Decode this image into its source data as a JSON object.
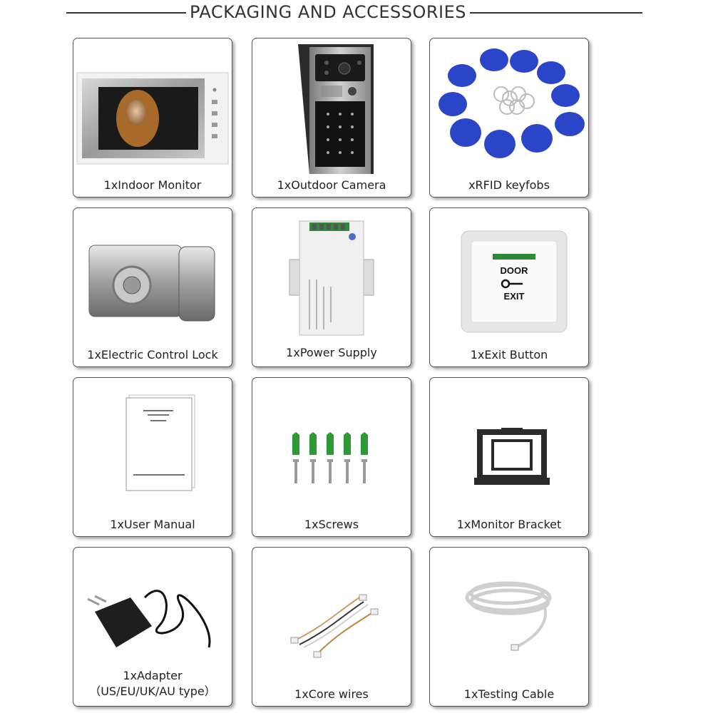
{
  "header": {
    "title": "PACKAGING AND ACCESSORIES"
  },
  "items": [
    {
      "label": "1xIndoor Monitor",
      "icon": "indoor-monitor-icon"
    },
    {
      "label": "1xOutdoor Camera",
      "icon": "outdoor-camera-icon"
    },
    {
      "label": "xRFID keyfobs",
      "icon": "rfid-keyfob-icon"
    },
    {
      "label": "1xElectric Control Lock",
      "icon": "electric-lock-icon"
    },
    {
      "label": "1xPower Supply",
      "icon": "power-supply-icon"
    },
    {
      "label": "1xExit Button",
      "icon": "exit-button-icon"
    },
    {
      "label": "1xUser Manual",
      "icon": "user-manual-icon"
    },
    {
      "label": "1xScrews",
      "icon": "screws-icon"
    },
    {
      "label": "1xMonitor Bracket",
      "icon": "monitor-bracket-icon"
    },
    {
      "label": "1xAdapter",
      "label2": "（US/EU/UK/AU type）",
      "icon": "adapter-icon"
    },
    {
      "label": "1xCore wires",
      "icon": "core-wires-icon"
    },
    {
      "label": "1xTesting Cable",
      "icon": "testing-cable-icon"
    }
  ],
  "exit_button_text": {
    "line1": "DOOR",
    "line2": "EXIT"
  },
  "colors": {
    "keyfob": "#2a45c8",
    "screw_anchor": "#2e9a35"
  }
}
